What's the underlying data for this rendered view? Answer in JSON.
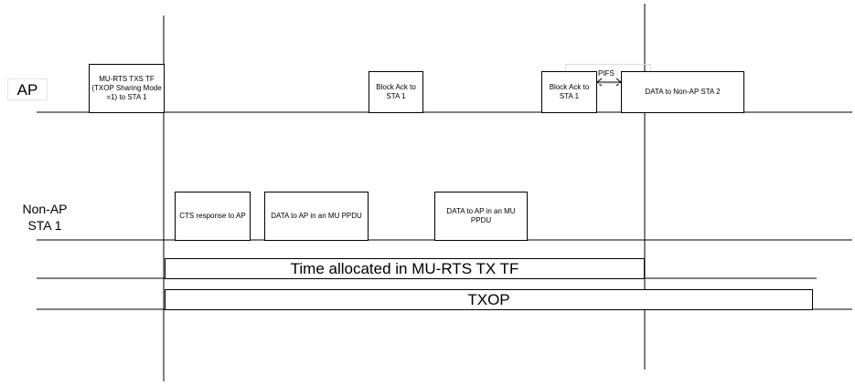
{
  "rows": {
    "ap_label": "AP",
    "sta_label_line1": "Non-AP",
    "sta_label_line2": "STA 1"
  },
  "ap_frames": {
    "mu_rts": "MU-RTS TXS TF (TXOP Sharing Mode =1) to STA 1",
    "block_ack_1": "Block Ack to STA 1",
    "block_ack_2": "Block Ack to STA 1",
    "data_sta2": "DATA to Non-AP STA 2"
  },
  "sta_frames": {
    "cts": "CTS response to AP",
    "data_1": "DATA to AP in an MU PPDU",
    "data_2": "DATA to AP in an MU PPDU"
  },
  "gaps": {
    "pifs": "PIFS"
  },
  "spans": {
    "time_allocated": "Time allocated in MU-RTS TX TF",
    "txop": "TXOP"
  }
}
